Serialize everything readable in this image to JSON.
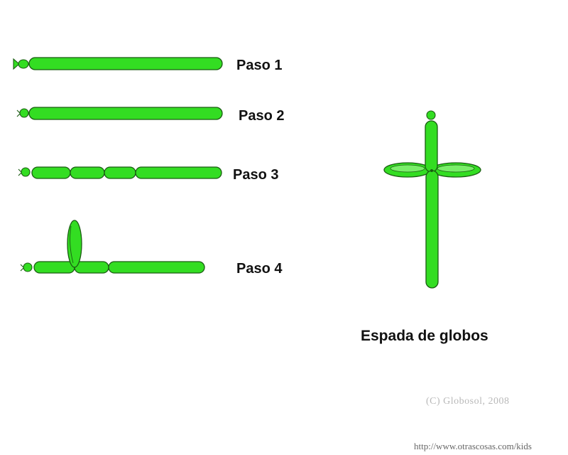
{
  "colors": {
    "balloon_fill": "#33dd22",
    "balloon_highlight": "#66ee55",
    "balloon_outline": "#1a5c12",
    "text": "#111111",
    "watermark": "#b8b8b8",
    "url_text": "#666666"
  },
  "steps": [
    {
      "label": "Paso 1",
      "segments": 1
    },
    {
      "label": "Paso 2",
      "segments": 1
    },
    {
      "label": "Paso 3",
      "segments": 4
    },
    {
      "label": "Paso 4",
      "segments": 4
    }
  ],
  "result": {
    "title": "Espada de globos"
  },
  "footer": {
    "copyright": "(C) Globosol, 2008",
    "url": "http://www.otrascosas.com/kids"
  }
}
